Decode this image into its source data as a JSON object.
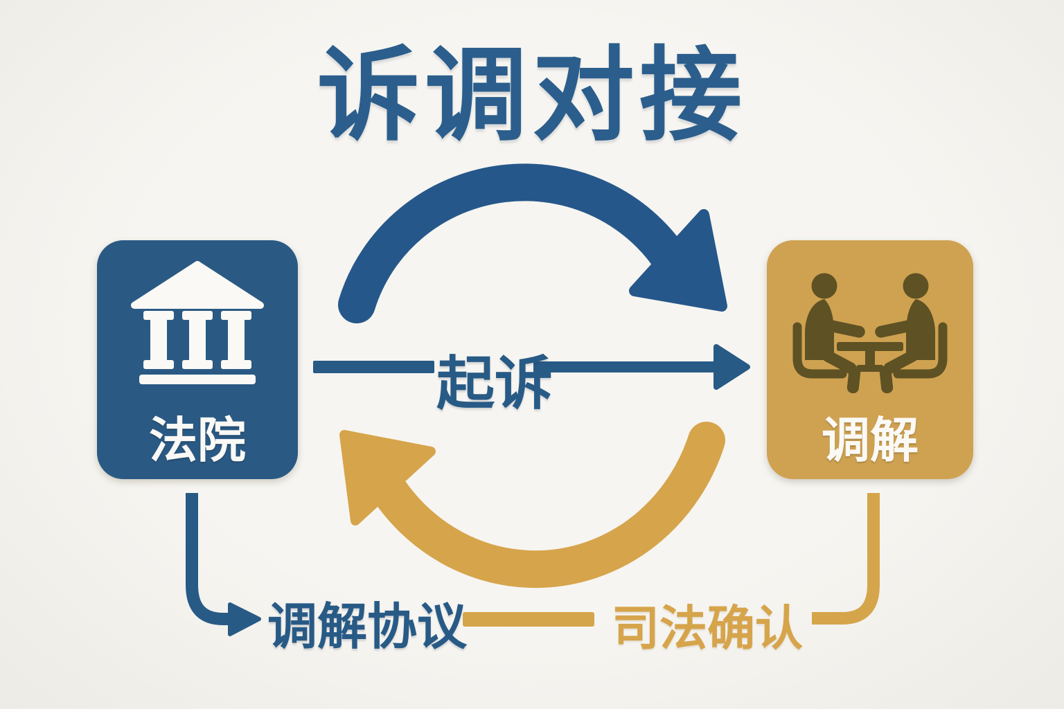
{
  "title": "诉调对接",
  "colors": {
    "background": "#f3f2ee",
    "blue": "#285a86",
    "title_blue": "#2b5e8c",
    "gold": "#cfa251",
    "gold_bright": "#d6a44b",
    "icon_brown": "#5e5124",
    "white": "#faf9f5"
  },
  "diagram": {
    "nodes": {
      "court": {
        "label": "法院",
        "icon": "courthouse-icon",
        "color": "#2a5a84"
      },
      "mediation": {
        "label": "调解",
        "icon": "mediation-meeting-icon",
        "color": "#cfa251"
      }
    },
    "edges": {
      "litigation_arc": {
        "from": "court",
        "to": "mediation",
        "color": "#285a86",
        "shape": "top-curved-arrow"
      },
      "sue": {
        "label": "起诉",
        "from": "court",
        "to": "mediation",
        "color": "#285a86",
        "shape": "straight-arrow"
      },
      "return_arc": {
        "from": "mediation",
        "to": "court",
        "color": "#d6a44b",
        "shape": "bottom-curved-arrow"
      },
      "mediation_agreement": {
        "label": "调解协议",
        "from": "court",
        "color": "#285a86",
        "shape": "elbow-arrow"
      },
      "judicial_confirmation": {
        "label": "司法确认",
        "from": "mediation",
        "color": "#d6a44b",
        "shape": "elbow-line"
      }
    }
  }
}
